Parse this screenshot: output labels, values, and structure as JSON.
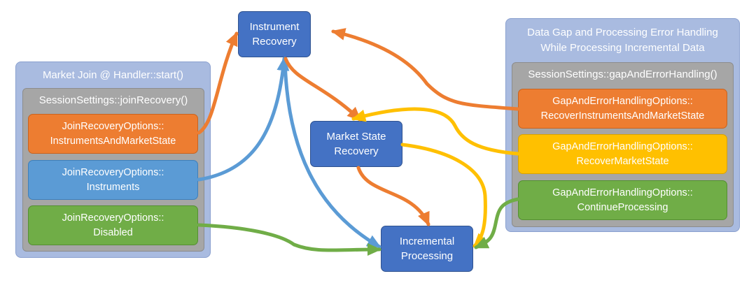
{
  "left_panel": {
    "title": "Market Join @ Handler::start()",
    "inner_title": "SessionSettings::joinRecovery()",
    "options": [
      {
        "line1": "JoinRecoveryOptions::",
        "line2": "InstrumentsAndMarketState",
        "color": "#ed7d31"
      },
      {
        "line1": "JoinRecoveryOptions::",
        "line2": "Instruments",
        "color": "#5b9bd5"
      },
      {
        "line1": "JoinRecoveryOptions::",
        "line2": "Disabled",
        "color": "#70ad47"
      }
    ]
  },
  "right_panel": {
    "title_line1": "Data Gap and Processing Error Handling",
    "title_line2": "While Processing Incremental Data",
    "inner_title": "SessionSettings::gapAndErrorHandling()",
    "options": [
      {
        "line1": "GapAndErrorHandlingOptions::",
        "line2": "RecoverInstrumentsAndMarketState",
        "color": "#ed7d31"
      },
      {
        "line1": "GapAndErrorHandlingOptions::",
        "line2": "RecoverMarketState",
        "color": "#ffc000"
      },
      {
        "line1": "GapAndErrorHandlingOptions::",
        "line2": "ContinueProcessing",
        "color": "#70ad47"
      }
    ]
  },
  "nodes": {
    "instrument_recovery": {
      "line1": "Instrument",
      "line2": "Recovery"
    },
    "market_state_recovery": {
      "line1": "Market State",
      "line2": "Recovery"
    },
    "incremental_processing": {
      "line1": "Incremental",
      "line2": "Processing"
    }
  },
  "colors": {
    "orange": "#ed7d31",
    "blue": "#5b9bd5",
    "green": "#70ad47",
    "gold": "#ffc000",
    "node": "#4472c4"
  }
}
